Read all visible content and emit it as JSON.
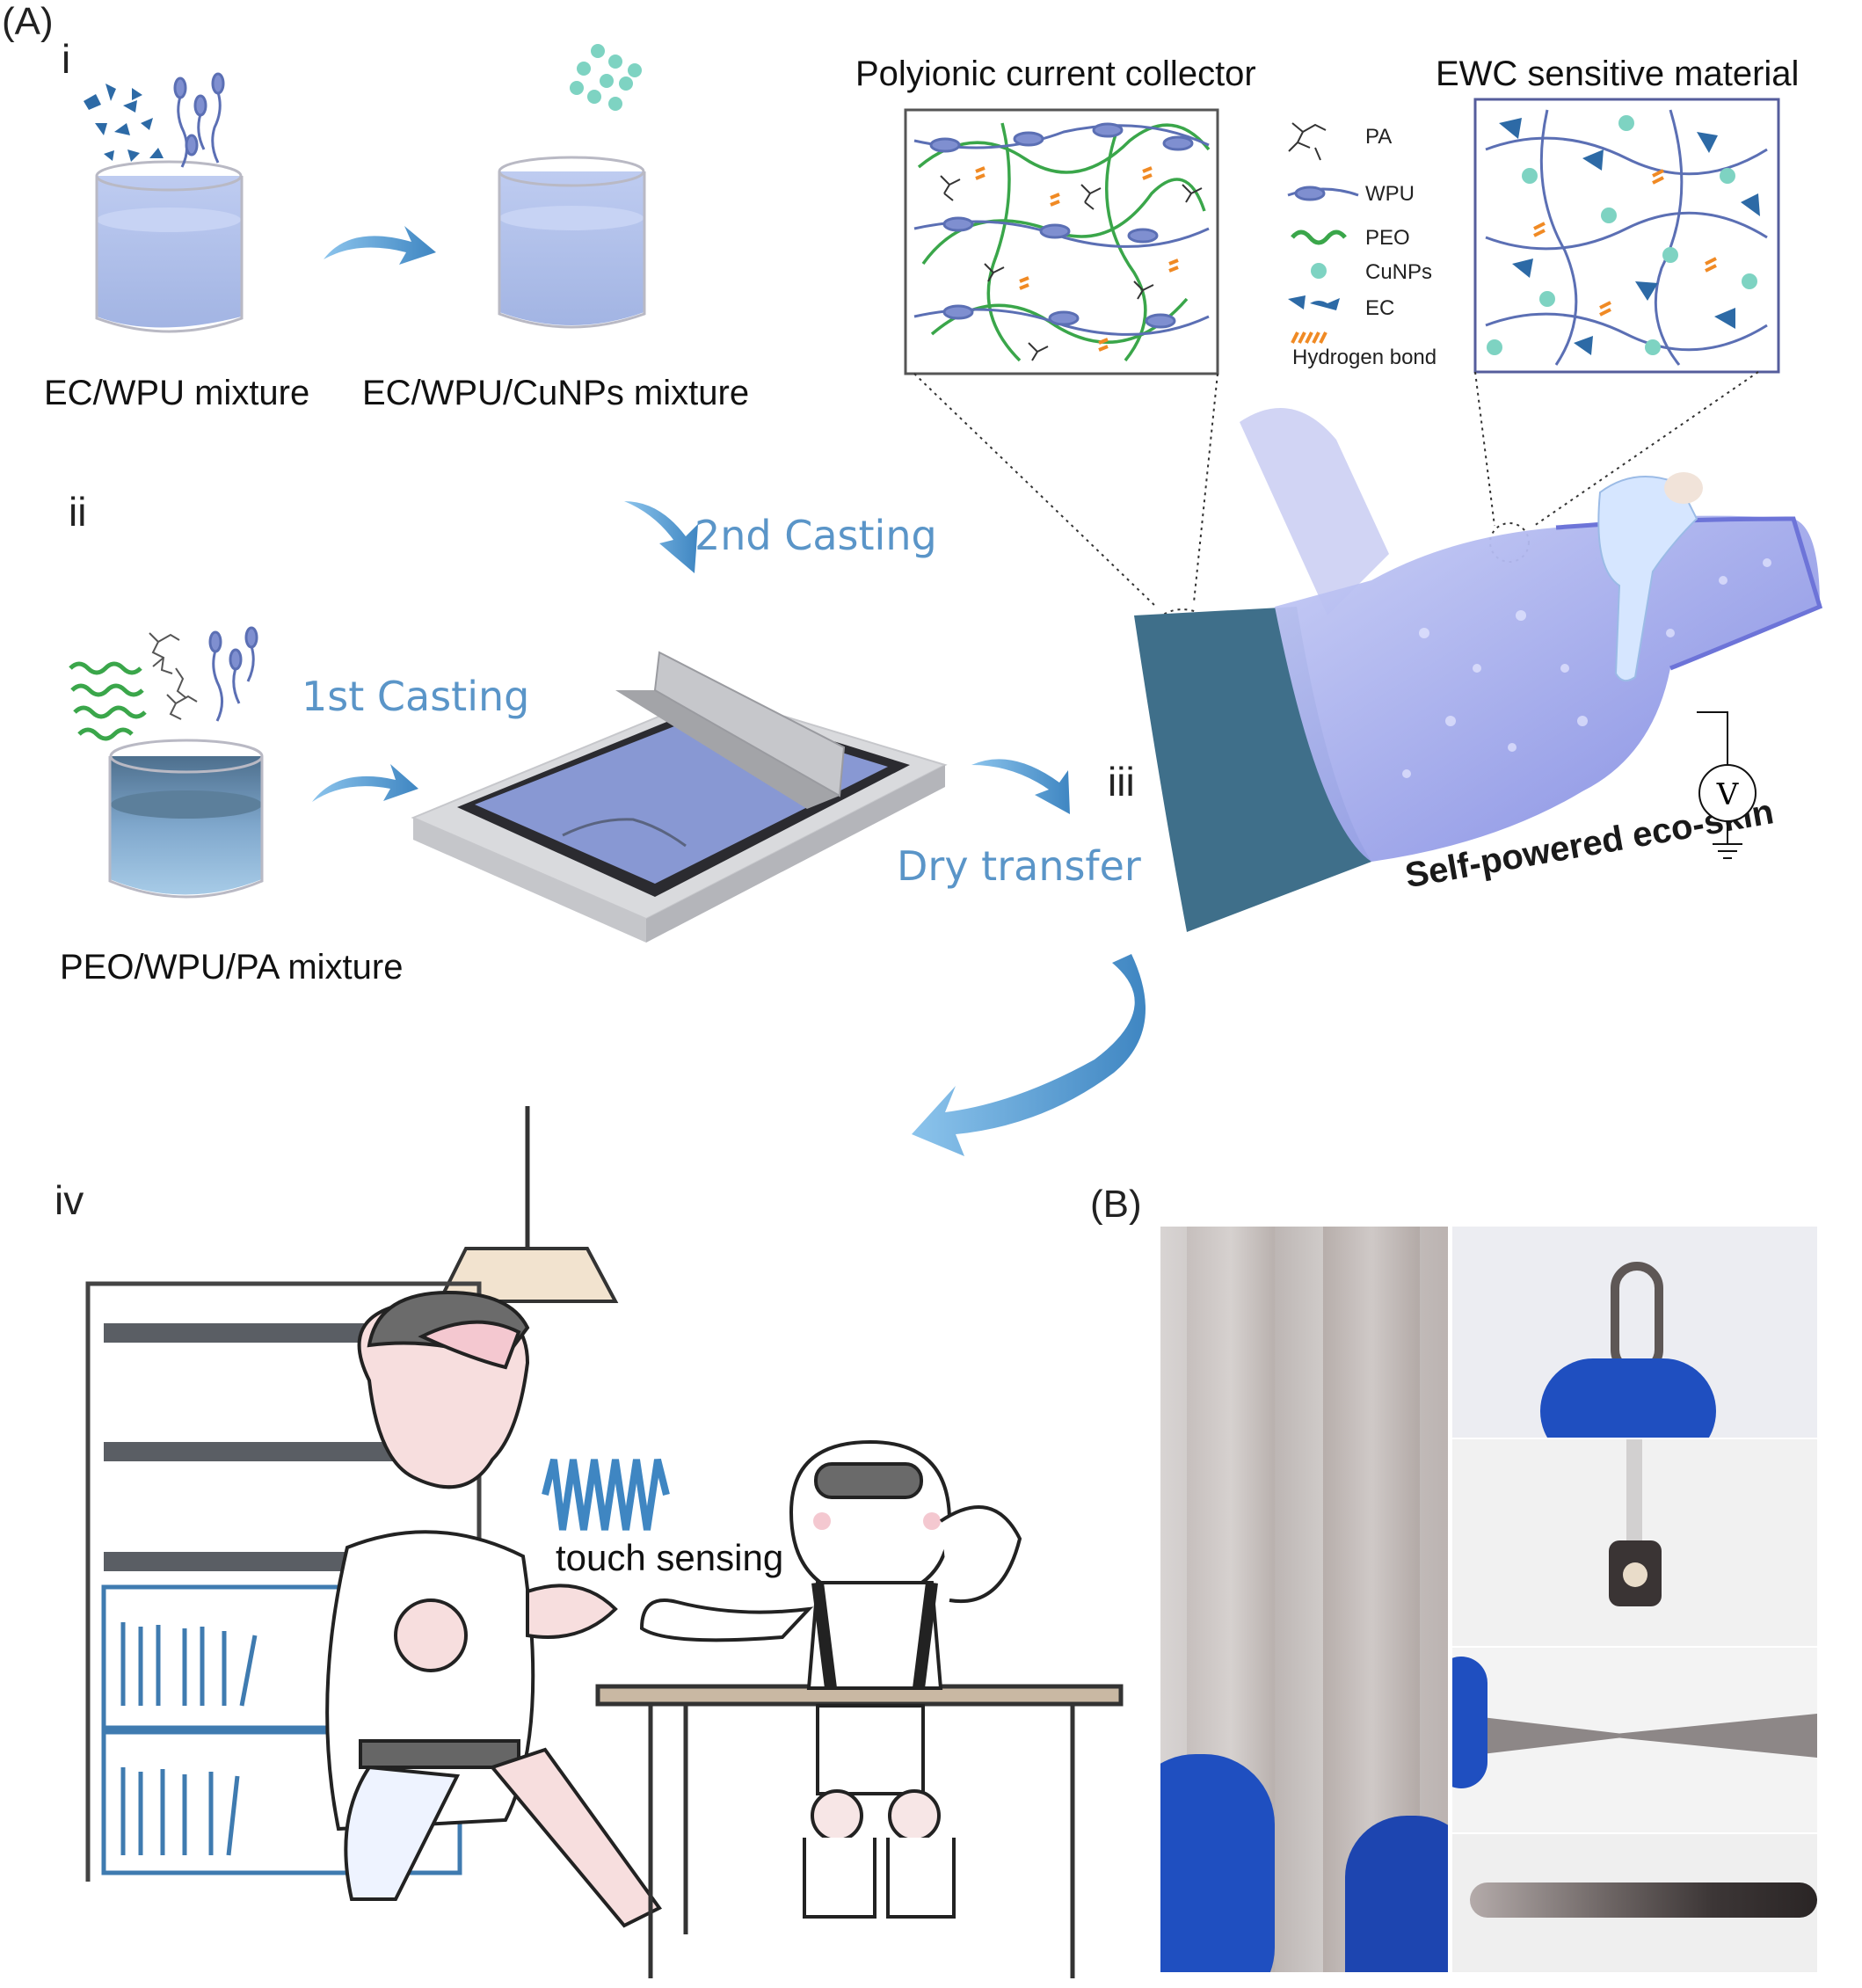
{
  "panel_a": "(A)",
  "panel_b": "(B)",
  "steps": {
    "i": "i",
    "ii": "ii",
    "iii": "iii",
    "iv": "iv"
  },
  "mixtures": {
    "ec_wpu": "EC/WPU mixture",
    "ec_wpu_cunps": "EC/WPU/CuNPs mixture",
    "peo_wpu_pa": "PEO/WPU/PA mixture"
  },
  "process": {
    "first_casting": "1st Casting",
    "second_casting": "2nd Casting",
    "dry_transfer": "Dry transfer"
  },
  "insets": {
    "collector_title": "Polyionic current collector",
    "ewc_title": "EWC sensitive material"
  },
  "legend": [
    {
      "key": "pa",
      "label": "PA"
    },
    {
      "key": "wpu",
      "label": "WPU"
    },
    {
      "key": "peo",
      "label": "PEO"
    },
    {
      "key": "cunps",
      "label": "CuNPs"
    },
    {
      "key": "ec",
      "label": "EC"
    },
    {
      "key": "hbond",
      "label": "Hydrogen bond"
    }
  ],
  "eco_skin": {
    "label": "Self-powered eco-skin",
    "voltmeter": "V"
  },
  "scene": {
    "touch": "touch sensing"
  },
  "colors": {
    "accent_blue": "#5a95c8",
    "liquid_light": "#a9b9e6",
    "film_dark": "#3f6f8a",
    "film_light": "#8e96e8",
    "peo_green": "#3aa64a",
    "hbond_orange": "#f08a24",
    "cunp_teal": "#7ed3c2",
    "shelf_blue": "#3f7bb0",
    "glove_blue": "#1f4fc0"
  }
}
